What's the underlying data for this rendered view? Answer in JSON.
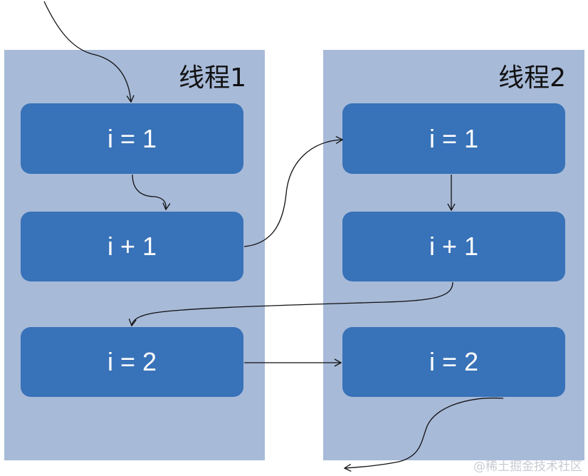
{
  "lanes": [
    {
      "title": "线程1",
      "steps": [
        "i = 1",
        "i + 1",
        "i = 2"
      ]
    },
    {
      "title": "线程2",
      "steps": [
        "i = 1",
        "i + 1",
        "i = 2"
      ]
    }
  ],
  "watermark": "@稀土掘金技术社区",
  "colors": {
    "lane_background": "#a7bad8",
    "step_fill": "#3872b8",
    "step_text": "#ffffff",
    "arrow": "#111111"
  }
}
